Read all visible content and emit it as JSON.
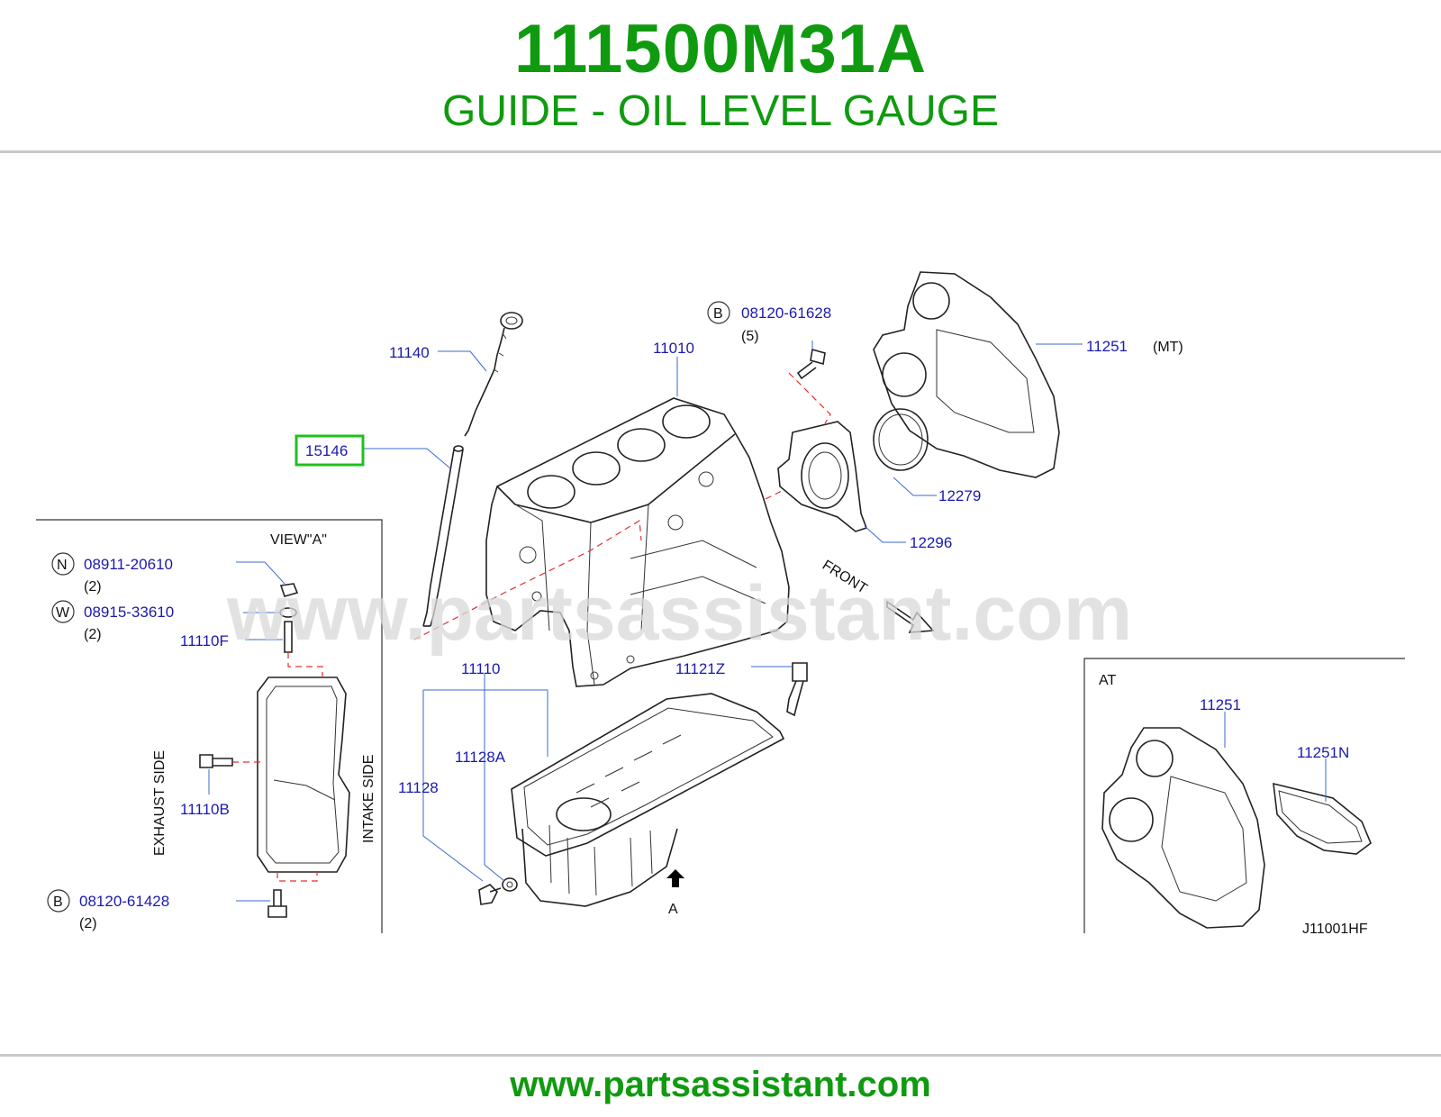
{
  "header": {
    "part_number": "111500M31A",
    "part_name": "GUIDE - OIL LEVEL GAUGE"
  },
  "diagram": {
    "watermark": "www.partsassistant.com",
    "callouts": {
      "c11140": "11140",
      "c11010": "11010",
      "c08120_61628": "08120-61628",
      "c08120_61628_qty": "(5)",
      "c11251": "11251",
      "c11251_mt": "(MT)",
      "c15146": "15146",
      "c12279": "12279",
      "c12296": "12296",
      "c08911_20610": "08911-20610",
      "c08911_20610_qty": "(2)",
      "c08915_33610": "08915-33610",
      "c08915_33610_qty": "(2)",
      "c11110F": "11110F",
      "c11110B": "11110B",
      "c08120_61428": "08120-61428",
      "c08120_61428_qty": "(2)",
      "c11110": "11110",
      "c11121Z": "11121Z",
      "c11128A": "11128A",
      "c11128": "11128",
      "c11251_at": "11251",
      "c11251N": "11251N"
    },
    "markers": {
      "b1": "B",
      "n": "N",
      "w": "W",
      "b2": "B"
    },
    "texts": {
      "view_a": "VIEW\"A\"",
      "exhaust_side": "EXHAUST  SIDE",
      "intake_side": "INTAKE  SIDE",
      "front": "FRONT",
      "arrow_a": "A",
      "at": "AT",
      "diagram_code": "J11001HF"
    },
    "highlight_color": "#20c020",
    "label_color": "#1a1ab0"
  },
  "footer": {
    "url": "www.partsassistant.com"
  }
}
